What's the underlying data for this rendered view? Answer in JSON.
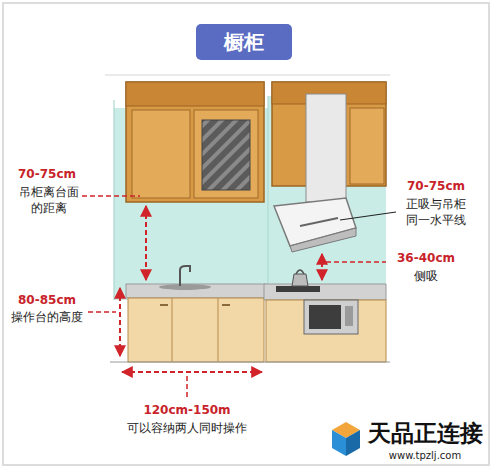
{
  "diagram": {
    "title": "橱柜",
    "labels": [
      "70-75cm",
      "吊柜离台面 的距离",
      "80-85cm",
      "操作台的高度",
      "70-75cm",
      "正吸与吊柜 同一水平线",
      "36-40cm",
      "侧吸",
      "120cm-150m",
      "可以容纳两人同时操作",
      "天品正连接",
      "www.tpzlj.com"
    ]
  }
}
